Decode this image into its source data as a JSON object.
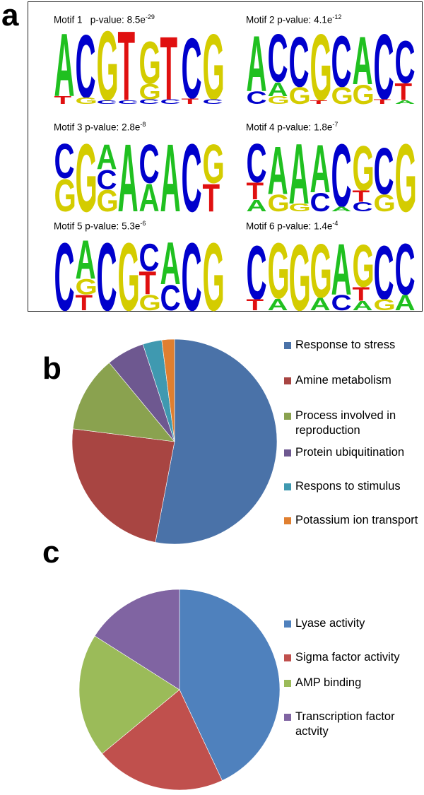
{
  "panels": {
    "a": "a",
    "b": "b",
    "c": "c"
  },
  "motifs": [
    {
      "label": "Motif 1",
      "pv_label": "p-value:",
      "pv_base": "8.5e",
      "pv_exp": "-29",
      "columns": [
        [
          {
            "l": "A",
            "h": 0.82
          },
          {
            "l": "T",
            "h": 0.1
          }
        ],
        [
          {
            "l": "C",
            "h": 0.82
          },
          {
            "l": "G",
            "h": 0.08
          }
        ],
        [
          {
            "l": "G",
            "h": 0.9
          },
          {
            "l": "C",
            "h": 0.05
          }
        ],
        [
          {
            "l": "T",
            "h": 0.9
          },
          {
            "l": "C",
            "h": 0.05
          }
        ],
        [
          {
            "l": "G",
            "h": 0.55
          },
          {
            "l": "G",
            "h": 0.2
          },
          {
            "l": "C",
            "h": 0.06
          }
        ],
        [
          {
            "l": "T",
            "h": 0.82
          },
          {
            "l": "C",
            "h": 0.06
          }
        ],
        [
          {
            "l": "C",
            "h": 0.78
          },
          {
            "l": "T",
            "h": 0.07
          }
        ],
        [
          {
            "l": "G",
            "h": 0.85
          },
          {
            "l": "C",
            "h": 0.06
          }
        ]
      ]
    },
    {
      "label": "Motif 2",
      "pv_label": "p-value:",
      "pv_base": "4.1e",
      "pv_exp": "-12",
      "columns": [
        [
          {
            "l": "A",
            "h": 0.72
          },
          {
            "l": "C",
            "h": 0.16
          }
        ],
        [
          {
            "l": "C",
            "h": 0.62
          },
          {
            "l": "A",
            "h": 0.18
          },
          {
            "l": "G",
            "h": 0.1
          }
        ],
        [
          {
            "l": "C",
            "h": 0.65
          },
          {
            "l": "G",
            "h": 0.22
          }
        ],
        [
          {
            "l": "G",
            "h": 0.86
          },
          {
            "l": "T",
            "h": 0.05
          }
        ],
        [
          {
            "l": "C",
            "h": 0.66
          },
          {
            "l": "G",
            "h": 0.22
          }
        ],
        [
          {
            "l": "A",
            "h": 0.62
          },
          {
            "l": "G",
            "h": 0.25
          }
        ],
        [
          {
            "l": "C",
            "h": 0.85
          },
          {
            "l": "T",
            "h": 0.06
          }
        ],
        [
          {
            "l": "C",
            "h": 0.55
          },
          {
            "l": "T",
            "h": 0.22
          },
          {
            "l": "A",
            "h": 0.05
          }
        ]
      ]
    },
    {
      "label": "Motif 3",
      "pv_label": "p-value:",
      "pv_base": "2.8e",
      "pv_exp": "-8",
      "columns": [
        [
          {
            "l": "C",
            "h": 0.45
          },
          {
            "l": "G",
            "h": 0.42
          }
        ],
        [
          {
            "l": "G",
            "h": 0.88
          }
        ],
        [
          {
            "l": "A",
            "h": 0.32
          },
          {
            "l": "C",
            "h": 0.25
          },
          {
            "l": "G",
            "h": 0.28
          }
        ],
        [
          {
            "l": "A",
            "h": 0.88
          }
        ],
        [
          {
            "l": "C",
            "h": 0.5
          },
          {
            "l": "A",
            "h": 0.36
          }
        ],
        [
          {
            "l": "A",
            "h": 0.88
          }
        ],
        [
          {
            "l": "C",
            "h": 0.88
          }
        ],
        [
          {
            "l": "G",
            "h": 0.5
          },
          {
            "l": "T",
            "h": 0.36
          }
        ]
      ]
    },
    {
      "label": "Motif 4",
      "pv_label": "p-value:",
      "pv_base": "1.8e",
      "pv_exp": "-7",
      "columns": [
        [
          {
            "l": "C",
            "h": 0.5
          },
          {
            "l": "T",
            "h": 0.22
          },
          {
            "l": "A",
            "h": 0.15
          }
        ],
        [
          {
            "l": "A",
            "h": 0.62
          },
          {
            "l": "G",
            "h": 0.22
          }
        ],
        [
          {
            "l": "A",
            "h": 0.78
          },
          {
            "l": "G",
            "h": 0.1
          }
        ],
        [
          {
            "l": "A",
            "h": 0.62
          },
          {
            "l": "C",
            "h": 0.24
          }
        ],
        [
          {
            "l": "C",
            "h": 0.82
          },
          {
            "l": "A",
            "h": 0.06
          }
        ],
        [
          {
            "l": "G",
            "h": 0.58
          },
          {
            "l": "T",
            "h": 0.15
          },
          {
            "l": "C",
            "h": 0.12
          }
        ],
        [
          {
            "l": "C",
            "h": 0.6
          },
          {
            "l": "G",
            "h": 0.22
          }
        ],
        [
          {
            "l": "G",
            "h": 0.88
          }
        ]
      ]
    },
    {
      "label": "Motif 5",
      "pv_label": "p-value:",
      "pv_base": "5.3e",
      "pv_exp": "-6",
      "columns": [
        [
          {
            "l": "C",
            "h": 0.88
          }
        ],
        [
          {
            "l": "A",
            "h": 0.5
          },
          {
            "l": "G",
            "h": 0.2
          },
          {
            "l": "T",
            "h": 0.2
          }
        ],
        [
          {
            "l": "C",
            "h": 0.88
          }
        ],
        [
          {
            "l": "G",
            "h": 0.88
          }
        ],
        [
          {
            "l": "C",
            "h": 0.35
          },
          {
            "l": "T",
            "h": 0.3
          },
          {
            "l": "G",
            "h": 0.2
          }
        ],
        [
          {
            "l": "A",
            "h": 0.55
          },
          {
            "l": "C",
            "h": 0.33
          }
        ],
        [
          {
            "l": "C",
            "h": 0.88
          }
        ],
        [
          {
            "l": "G",
            "h": 0.88
          }
        ]
      ]
    },
    {
      "label": "Motif 6",
      "pv_label": "p-value:",
      "pv_base": "1.4e",
      "pv_exp": "-4",
      "columns": [
        [
          {
            "l": "C",
            "h": 0.7
          },
          {
            "l": "T",
            "h": 0.14
          }
        ],
        [
          {
            "l": "G",
            "h": 0.72
          },
          {
            "l": "A",
            "h": 0.15
          }
        ],
        [
          {
            "l": "G",
            "h": 0.86
          }
        ],
        [
          {
            "l": "G",
            "h": 0.7
          },
          {
            "l": "A",
            "h": 0.16
          }
        ],
        [
          {
            "l": "A",
            "h": 0.66
          },
          {
            "l": "C",
            "h": 0.2
          }
        ],
        [
          {
            "l": "G",
            "h": 0.55
          },
          {
            "l": "T",
            "h": 0.18
          },
          {
            "l": "A",
            "h": 0.12
          }
        ],
        [
          {
            "l": "C",
            "h": 0.7
          },
          {
            "l": "G",
            "h": 0.14
          }
        ],
        [
          {
            "l": "C",
            "h": 0.66
          },
          {
            "l": "A",
            "h": 0.2
          }
        ]
      ]
    }
  ],
  "nucleotide_colors": {
    "A": "#20c020",
    "C": "#0000cc",
    "G": "#d4cc00",
    "T": "#e01010"
  },
  "chart_data": [
    {
      "type": "pie",
      "title": "",
      "slices": [
        {
          "label": "Response to stress",
          "value": 53,
          "color": "#4a72a8"
        },
        {
          "label": "Amine metabolism",
          "value": 24,
          "color": "#a84542"
        },
        {
          "label": "Process involved in reproduction",
          "value": 12,
          "color": "#8aa24f"
        },
        {
          "label": "Protein ubiquitination",
          "value": 6,
          "color": "#6e5890"
        },
        {
          "label": "Respons to stimulus",
          "value": 3,
          "color": "#3f99b0"
        },
        {
          "label": "Potassium ion transport",
          "value": 2,
          "color": "#e07f30"
        }
      ],
      "legend_position": "right"
    },
    {
      "type": "pie",
      "title": "",
      "slices": [
        {
          "label": "Lyase activity",
          "value": 43,
          "color": "#4f81bd"
        },
        {
          "label": "Sigma factor activity",
          "value": 21,
          "color": "#c0504d"
        },
        {
          "label": "AMP binding",
          "value": 20,
          "color": "#9bbb59"
        },
        {
          "label": "Transcription factor actvity",
          "value": 16,
          "color": "#8064a2"
        }
      ],
      "legend_position": "right"
    }
  ]
}
